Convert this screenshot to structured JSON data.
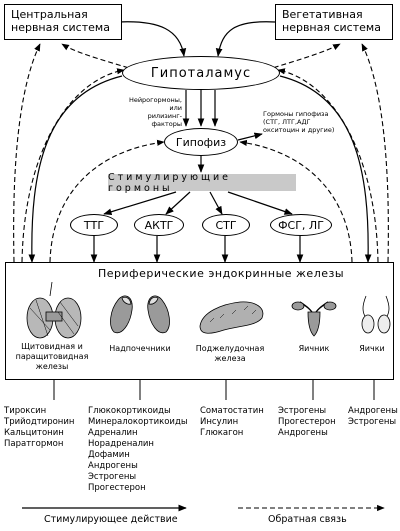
{
  "top_boxes": {
    "cns": [
      "Центральная",
      "нервная система"
    ],
    "ans": [
      "Вегетативная",
      "нервная система"
    ]
  },
  "hypothalamus": "Гипоталамус",
  "neurohormones_note": [
    "Нейрогормоны, или",
    "рилизинг-факторы"
  ],
  "pituitary": "Гипофиз",
  "pituitary_hormones_note": [
    "Гормоны гипофиза",
    "(СТГ, ЛТГ,АДГ",
    "окситоцин и другие)"
  ],
  "stimulating_hormones": "Стимулирующие гормоны",
  "hormones": [
    "ТТГ",
    "АКТГ",
    "СТГ",
    "ФСГ, ЛГ"
  ],
  "peripheral_title": "Периферические эндокринные железы",
  "glands": [
    {
      "label": [
        "Щитовидная и",
        "паращитовидная",
        "железы"
      ]
    },
    {
      "label": [
        "Надпочечники"
      ]
    },
    {
      "label": [
        "Поджелудочная",
        "железа"
      ]
    },
    {
      "label": [
        "Яичник"
      ]
    },
    {
      "label": [
        "Яички"
      ]
    }
  ],
  "hormone_lists": [
    [
      "Тироксин",
      "Трийодтиронин",
      "Кальцитонин",
      "Паратгормон"
    ],
    [
      "Глюкокортикоиды",
      "Минералокортикоиды",
      "Адреналин",
      "Норадреналин",
      "Дофамин",
      "Андрогены",
      "Эстрогены",
      "Прогестерон"
    ],
    [
      "Соматостатин",
      "Инсулин",
      "Глюкагон"
    ],
    [
      "Эстрогены",
      "Прогестерон",
      "Андрогены"
    ],
    [
      "Андрогены",
      "Эстрогены"
    ]
  ],
  "legend": {
    "stimulating": "Стимулирующее действие",
    "feedback": "Обратная связь"
  }
}
